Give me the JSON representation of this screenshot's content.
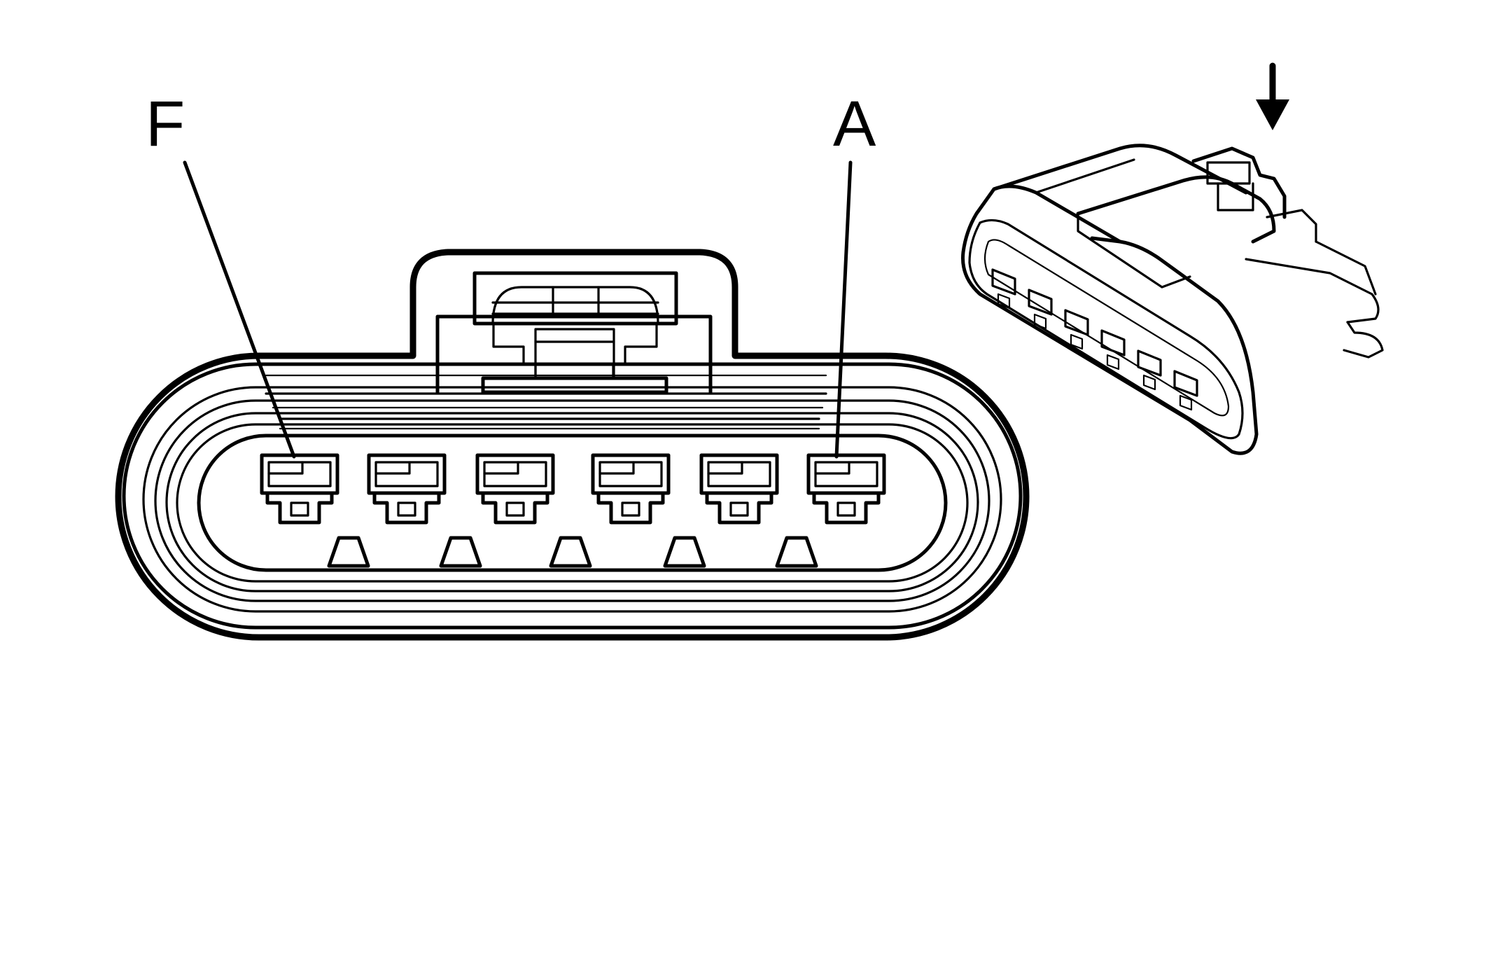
{
  "diagram": {
    "labels": {
      "left_terminal": "F",
      "right_terminal": "A"
    },
    "terminal_count": 6,
    "key_count": 5,
    "colors": {
      "line": "#000000",
      "background": "#ffffff"
    },
    "icons": [
      "down-arrow-icon"
    ]
  }
}
